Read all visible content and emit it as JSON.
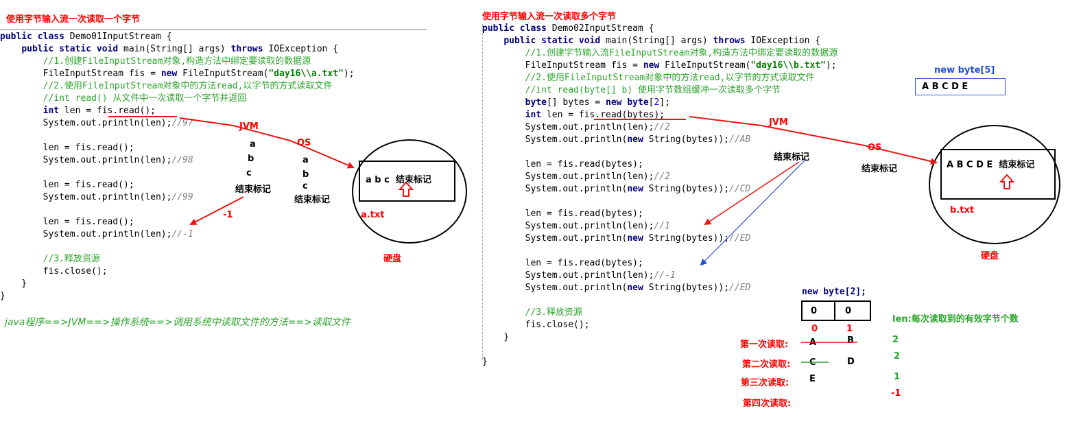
{
  "left": {
    "title": "使用字节输入流一次读取一个字节",
    "code": [
      "public class Demo01InputStream {",
      "    public static void main(String[] args) throws IOException {",
      "        //1.创建FileInputStream对象,构造方法中绑定要读取的数据源",
      "        FileInputStream fis = new FileInputStream(\"day16\\\\a.txt\");",
      "        //2.使用FileInputStream对象中的方法read,以字节的方式读取文件",
      "        //int read() 从文件中一次读取一个字节并返回",
      "        int len = fis.read();",
      "        System.out.println(len);//97",
      "",
      "        len = fis.read();",
      "        System.out.println(len);//98",
      "",
      "        len = fis.read();",
      "        System.out.println(len);//99",
      "",
      "        len = fis.read();",
      "        System.out.println(len);//-1",
      "",
      "        //3.释放资源",
      "        fis.close();",
      "    }",
      "}"
    ],
    "footer": "java程序==>JVM==>操作系统==>调用系统中读取文件的方法==>读取文件",
    "jvm": "JVM",
    "os": "OS",
    "jvm_stack": [
      "a",
      "b",
      "c",
      "结束标记"
    ],
    "os_stack": [
      "a",
      "b",
      "c",
      "结束标记"
    ],
    "minus_one": "-1",
    "file_content": "a b c  结束标记",
    "file_name": "a.txt",
    "disk": "硬盘"
  },
  "right": {
    "title": "使用字节输入流一次读取多个字节",
    "code": [
      "public class Demo02InputStream {",
      "    public static void main(String[] args) throws IOException {",
      "        //1.创建字节输入流FileInputStream对象,构造方法中绑定要读取的数据源",
      "        FileInputStream fis = new FileInputStream(\"day16\\\\b.txt\");",
      "        //2.使用FileInputStream对象中的方法read,以字节的方式读取文件",
      "        //int read(byte[] b) 使用字节数组缓冲一次读取多个字节",
      "        byte[] bytes = new byte[2];",
      "        int len = fis.read(bytes);",
      "        System.out.println(len);//2",
      "        System.out.println(new String(bytes));//AB",
      "",
      "        len = fis.read(bytes);",
      "        System.out.println(len);//2",
      "        System.out.println(new String(bytes));//CD",
      "",
      "        len = fis.read(bytes);",
      "        System.out.println(len);//1",
      "        System.out.println(new String(bytes));//ED",
      "",
      "        len = fis.read(bytes);",
      "        System.out.println(len);//-1",
      "        System.out.println(new String(bytes));//ED",
      "",
      "        //3.释放资源",
      "        fis.close();",
      "    }",
      "",
      "}"
    ],
    "new_byte5_label": "new byte[5]",
    "new_byte5_content": "A B C D E",
    "jvm": "JVM",
    "os": "OS",
    "jvm_end_mark": "结束标记",
    "os_end_mark": "结束标记",
    "file_content": "A B C D E  结束标记",
    "file_name": "b.txt",
    "disk": "硬盘",
    "new_byte2_label": "new byte[2];",
    "array_cells": [
      "0",
      "0"
    ],
    "indices": [
      "0",
      "1"
    ],
    "len_note": "len:每次读取到的有效字节个数",
    "reads": [
      {
        "label": "第一次读取:",
        "c0": "A",
        "c1": "B",
        "len": "2"
      },
      {
        "label": "第二次读取:",
        "c0": "C",
        "c1": "D",
        "len": "2"
      },
      {
        "label": "第三次读取:",
        "c0": "E",
        "c1": "",
        "len": "1"
      },
      {
        "label": "第四次读取:",
        "c0": "",
        "c1": "",
        "len": "-1"
      }
    ]
  }
}
